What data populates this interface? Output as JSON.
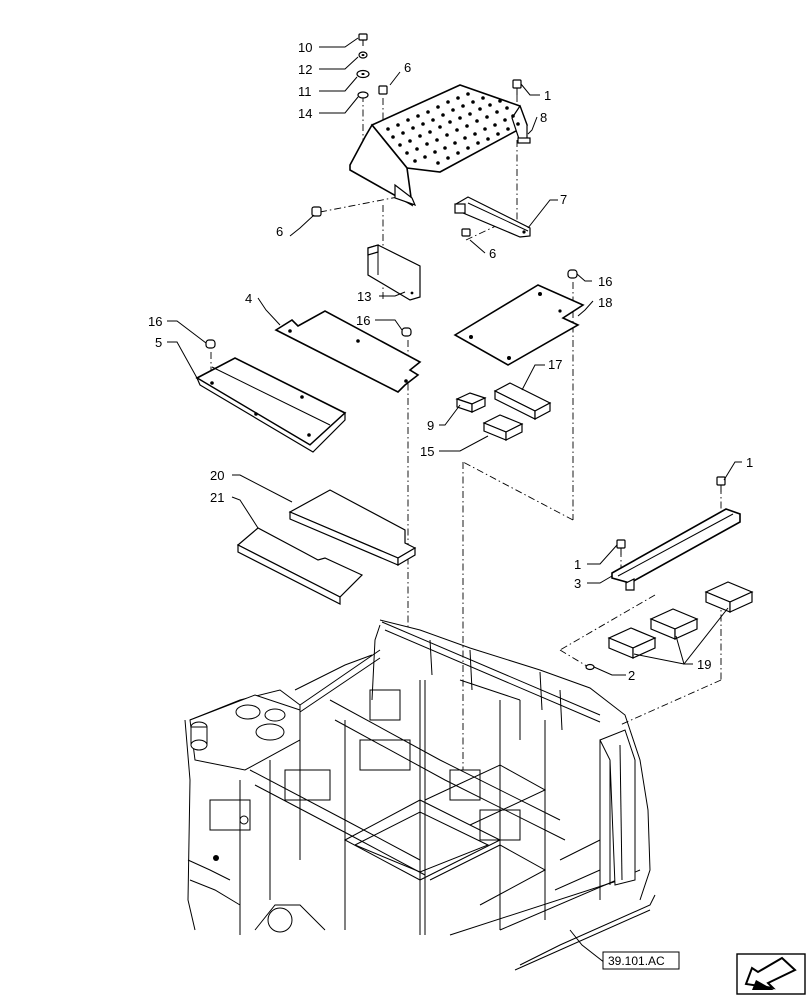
{
  "callouts": [
    {
      "id": "c10",
      "label": "10"
    },
    {
      "id": "c12",
      "label": "12"
    },
    {
      "id": "c11",
      "label": "11"
    },
    {
      "id": "c14",
      "label": "14"
    },
    {
      "id": "c6a",
      "label": "6"
    },
    {
      "id": "c1a",
      "label": "1"
    },
    {
      "id": "c8",
      "label": "8"
    },
    {
      "id": "c7",
      "label": "7"
    },
    {
      "id": "c6b",
      "label": "6"
    },
    {
      "id": "c6c",
      "label": "6"
    },
    {
      "id": "c13",
      "label": "13"
    },
    {
      "id": "c16a",
      "label": "16"
    },
    {
      "id": "c18",
      "label": "18"
    },
    {
      "id": "c4",
      "label": "4"
    },
    {
      "id": "c16b",
      "label": "16"
    },
    {
      "id": "c16c",
      "label": "16"
    },
    {
      "id": "c5",
      "label": "5"
    },
    {
      "id": "c17",
      "label": "17"
    },
    {
      "id": "c9",
      "label": "9"
    },
    {
      "id": "c15",
      "label": "15"
    },
    {
      "id": "c1b",
      "label": "1"
    },
    {
      "id": "c20",
      "label": "20"
    },
    {
      "id": "c21",
      "label": "21"
    },
    {
      "id": "c1c",
      "label": "1"
    },
    {
      "id": "c3",
      "label": "3"
    },
    {
      "id": "c2",
      "label": "2"
    },
    {
      "id": "c19",
      "label": "19"
    }
  ],
  "reference_tag": "39.101.AC",
  "icons": {
    "nav": "arrow-left-down-icon"
  }
}
